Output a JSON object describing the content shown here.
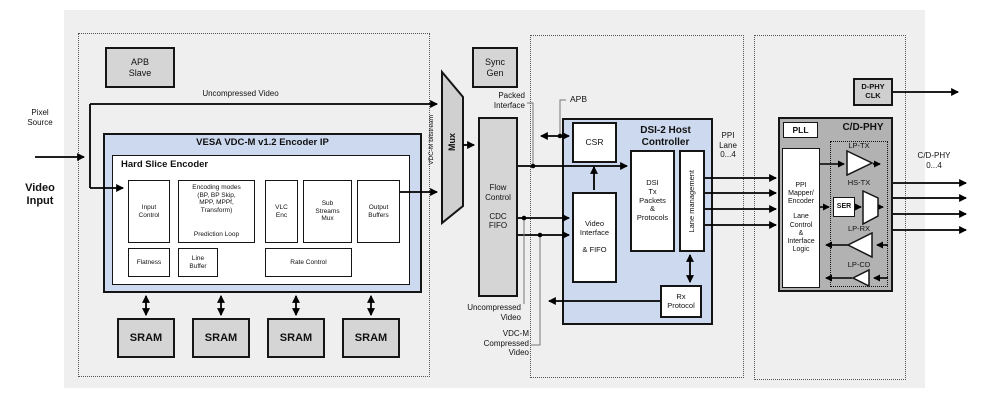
{
  "left": {
    "pixel_source": "Pixel\nSource",
    "video_input": "Video\nInput"
  },
  "encoder": {
    "apb_slave": "APB\nSlave",
    "uncompressed_video": "Uncompressed Video",
    "title": "VESA VDC-M v1.2 Encoder IP",
    "hard_slice_title": "Hard Slice Encoder",
    "input_control": "Input\nControl",
    "encoding_modes": "Encoding modes\n(BP, BP Skip,\nMPP, MPPf,\nTransform)",
    "prediction_loop": "Prediction Loop",
    "vlc_enc": "VLC\nEnc",
    "sub_streams_mux": "Sub\nStreams\nMux",
    "output_buffers": "Output\nBuffers",
    "flatness": "Flatness",
    "line_buffer": "Line\nBuffer",
    "rate_control": "Rate Control",
    "sram": [
      "SRAM",
      "SRAM",
      "SRAM",
      "SRAM"
    ]
  },
  "mux": {
    "label": "Mux",
    "bitstream": "VDC-M  bitstream"
  },
  "middle": {
    "sync_gen": "Sync\nGen",
    "packed_interface": "Packed\nInterface",
    "flow_control": "Flow\nControl",
    "cdc_fifo": "CDC\nFIFO",
    "apb": "APB",
    "uncompressed_video": "Uncompressed\nVideo",
    "compressed_video": "VDC-M\nCompressed\nVideo"
  },
  "dsi": {
    "title": "DSI-2 Host\nController",
    "csr": "CSR",
    "video_interface": "Video\nInterface\n\n& FIFO",
    "tx_packets": "DSI\nTx\nPackets\n&\nProtocols",
    "lane_management": "Lane management",
    "rx_protocol": "Rx\nProtocol",
    "ppi_lane": "PPI\nLane\n0...4"
  },
  "phy": {
    "dphy_clk": "D-PHY\nCLK",
    "title": "C/D-PHY",
    "pll": "PLL",
    "mapper": "PPI\nMapper/\nEncoder",
    "lane_control": "Lane\nControl\n&\nInterface\nLogic",
    "lp_tx": "LP-TX",
    "hs_tx": "HS-TX",
    "ser": "SER",
    "lp_rx": "LP-RX",
    "lp_cd": "LP-CD",
    "output": "C/D-PHY\n0...4"
  },
  "colors": {
    "blue": "#cdd9ee",
    "gray": "#d5d5d5",
    "phy_gray": "#b2b2b2",
    "panel": "#efefef"
  }
}
